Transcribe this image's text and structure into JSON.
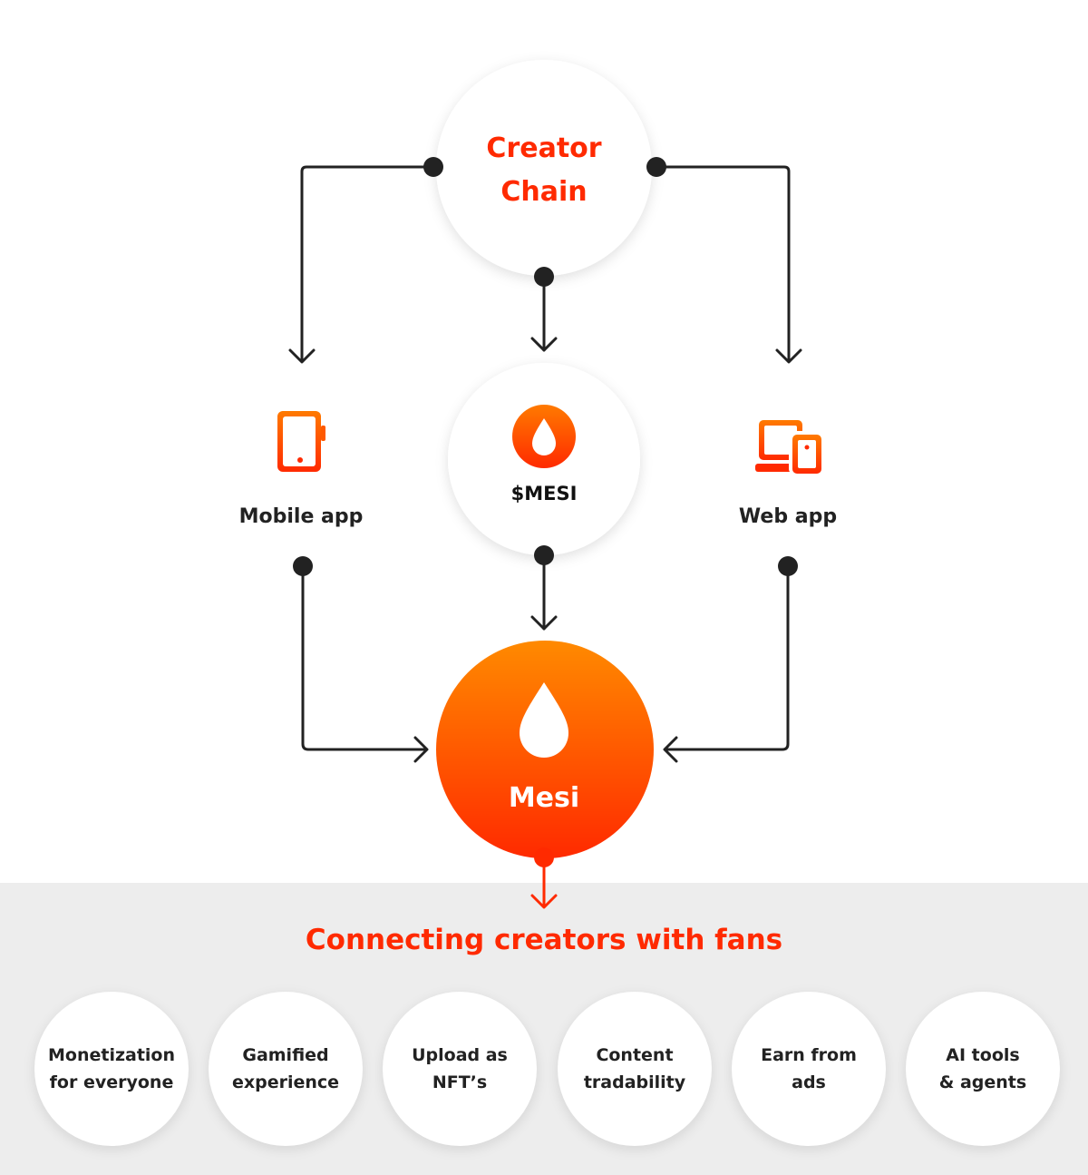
{
  "nodes": {
    "creator_chain": {
      "lines": [
        "Creator",
        "Chain"
      ]
    },
    "mesi_token": {
      "label": "$MESI",
      "icon": "drop-icon"
    },
    "mobile_app": {
      "label": "Mobile app",
      "icon": "smartphone-icon"
    },
    "web_app": {
      "label": "Web app",
      "icon": "laptop-phone-icon"
    },
    "mesi": {
      "label": "Mesi",
      "icon": "drop-icon"
    }
  },
  "headline": "Connecting creators with fans",
  "features": [
    {
      "line1": "Monetization",
      "line2": "for everyone"
    },
    {
      "line1": "Gamified",
      "line2": "experience"
    },
    {
      "line1": "Upload as",
      "line2": "NFT’s"
    },
    {
      "line1": "Content",
      "line2": "tradability"
    },
    {
      "line1": "Earn from",
      "line2": "ads"
    },
    {
      "line1": "AI tools",
      "line2": "& agents"
    }
  ],
  "colors": {
    "accent_red": "#ff2a00",
    "accent_orange": "#ff8a00",
    "connector": "#222222",
    "band": "#ededed"
  }
}
